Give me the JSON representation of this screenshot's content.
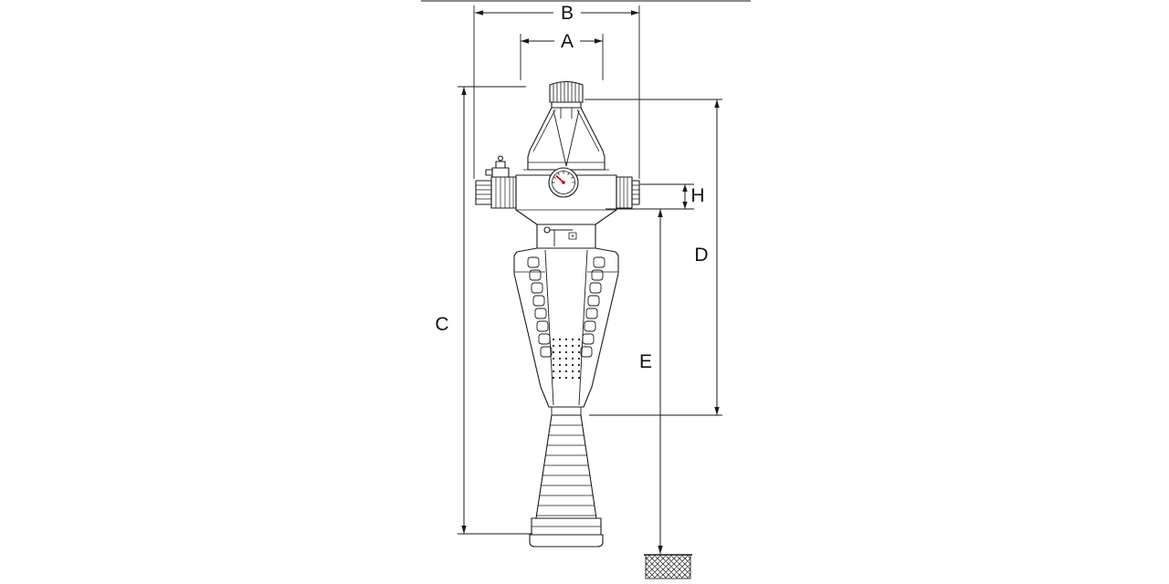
{
  "diagram": {
    "type": "technical-dimension-drawing",
    "subject": "inline water filter valve with pressure gauge and drain funnel, front view with dimension lines",
    "labels": {
      "A": "A",
      "B": "B",
      "C": "C",
      "D": "D",
      "E": "E",
      "H": "H"
    },
    "colors": {
      "line": "#1a1a1a",
      "gauge_needle": "#cc0000"
    }
  }
}
